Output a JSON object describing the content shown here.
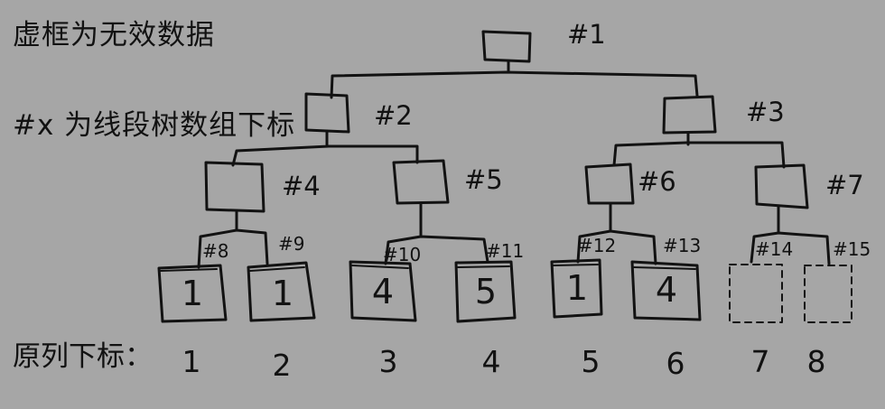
{
  "notes": {
    "dashed_meaning": "虚框为无效数据",
    "index_meaning": "#x 为线段树数组下标"
  },
  "tree": {
    "internal_nodes": [
      {
        "label": "#1"
      },
      {
        "label": "#2"
      },
      {
        "label": "#3"
      },
      {
        "label": "#4"
      },
      {
        "label": "#5"
      },
      {
        "label": "#6"
      },
      {
        "label": "#7"
      }
    ],
    "leaves": [
      {
        "label": "#8",
        "value": "1",
        "dashed": false
      },
      {
        "label": "#9",
        "value": "1",
        "dashed": false
      },
      {
        "label": "#10",
        "value": "4",
        "dashed": false
      },
      {
        "label": "#11",
        "value": "5",
        "dashed": false
      },
      {
        "label": "#12",
        "value": "1",
        "dashed": false
      },
      {
        "label": "#13",
        "value": "4",
        "dashed": false
      },
      {
        "label": "#14",
        "value": "",
        "dashed": true
      },
      {
        "label": "#15",
        "value": "",
        "dashed": true
      }
    ]
  },
  "original_indices": {
    "label": "原列下标：",
    "values": [
      "1",
      "2",
      "3",
      "4",
      "5",
      "6",
      "7",
      "8"
    ]
  },
  "colors": {
    "background": "#a6a6a6",
    "ink": "#121212"
  }
}
